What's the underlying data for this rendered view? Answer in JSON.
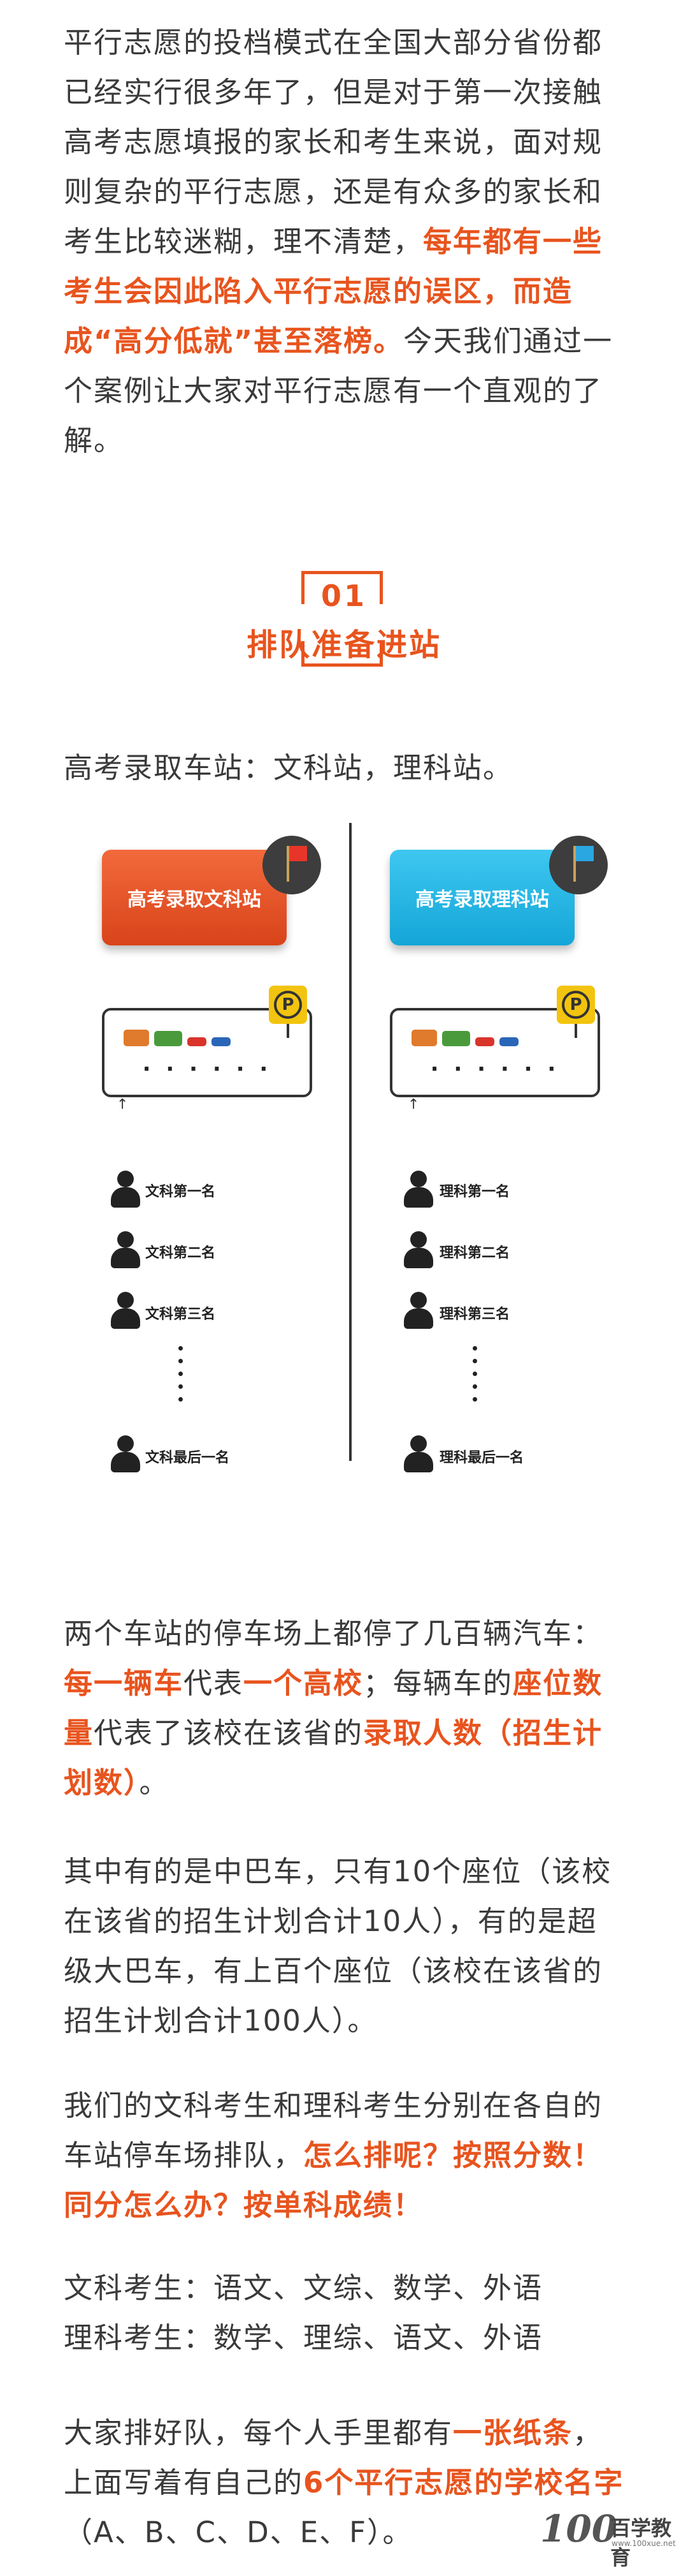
{
  "intro": {
    "part1": "平行志愿的投档模式在全国大部分省份都已经实行很多年了，但是对于第一次接触高考志愿填报的家长和考生来说，面对规则复杂的平行志愿，还是有众多的家长和考生比较迷糊，理不清楚，",
    "part2": "每年都有一些考生会因此陷入平行志愿的误区，而造成“高分低就”甚至落榜。",
    "part3": "今天我们通过一个案例让大家对平行志愿有一个直观的了解。"
  },
  "section": {
    "number": "01",
    "title": "排队准备进站"
  },
  "stations_line": "高考录取车站：文科站，理科站。",
  "illustration": {
    "left": {
      "station": "高考录取文科站",
      "queue": [
        "文科第一名",
        "文科第二名",
        "文科第三名",
        "文科最后一名"
      ]
    },
    "right": {
      "station": "高考录取理科站",
      "queue": [
        "理科第一名",
        "理科第二名",
        "理科第三名",
        "理科最后一名"
      ]
    },
    "lot_dots": "· · · · · ·",
    "parking_symbol": "P",
    "colors": {
      "left": "#e8541e",
      "right": "#1aa9dc",
      "flag_left": "#e8352a",
      "flag_right": "#2aa6e0"
    }
  },
  "para2": {
    "p1": "两个车站的停车场上都停了几百辆汽车：",
    "h1": "每一辆车",
    "p2": "代表",
    "h2": "一个高校",
    "p3": "；每辆车的",
    "h3": "座位数量",
    "p4": "代表了该校在该省的",
    "h4": "录取人数（招生计划数）",
    "p5": "。"
  },
  "para3": "其中有的是中巴车，只有10个座位（该校在该省的招生计划合计10人），有的是超级大巴车，有上百个座位（该校在该省的招生计划合计100人）。",
  "para4": {
    "p1": "我们的文科考生和理科考生分别在各自的车站停车场排队，",
    "h1": "怎么排呢？按照分数！同分怎么办？按单科成绩！"
  },
  "subjects": {
    "wen": "文科考生：语文、文综、数学、外语",
    "li": "理科考生：数学、理综、语文、外语"
  },
  "para5": {
    "p1": "大家排好队，每个人手里都有",
    "h1": "一张纸条",
    "p2": "，上面写着有自己的",
    "h2": "6个平行志愿的学校名字",
    "p3": "（A、B、C、D、E、F）。"
  },
  "logo": {
    "number": "100",
    "text": "百学教育",
    "url": "www.100xue.net"
  },
  "accent": "#e8541e"
}
